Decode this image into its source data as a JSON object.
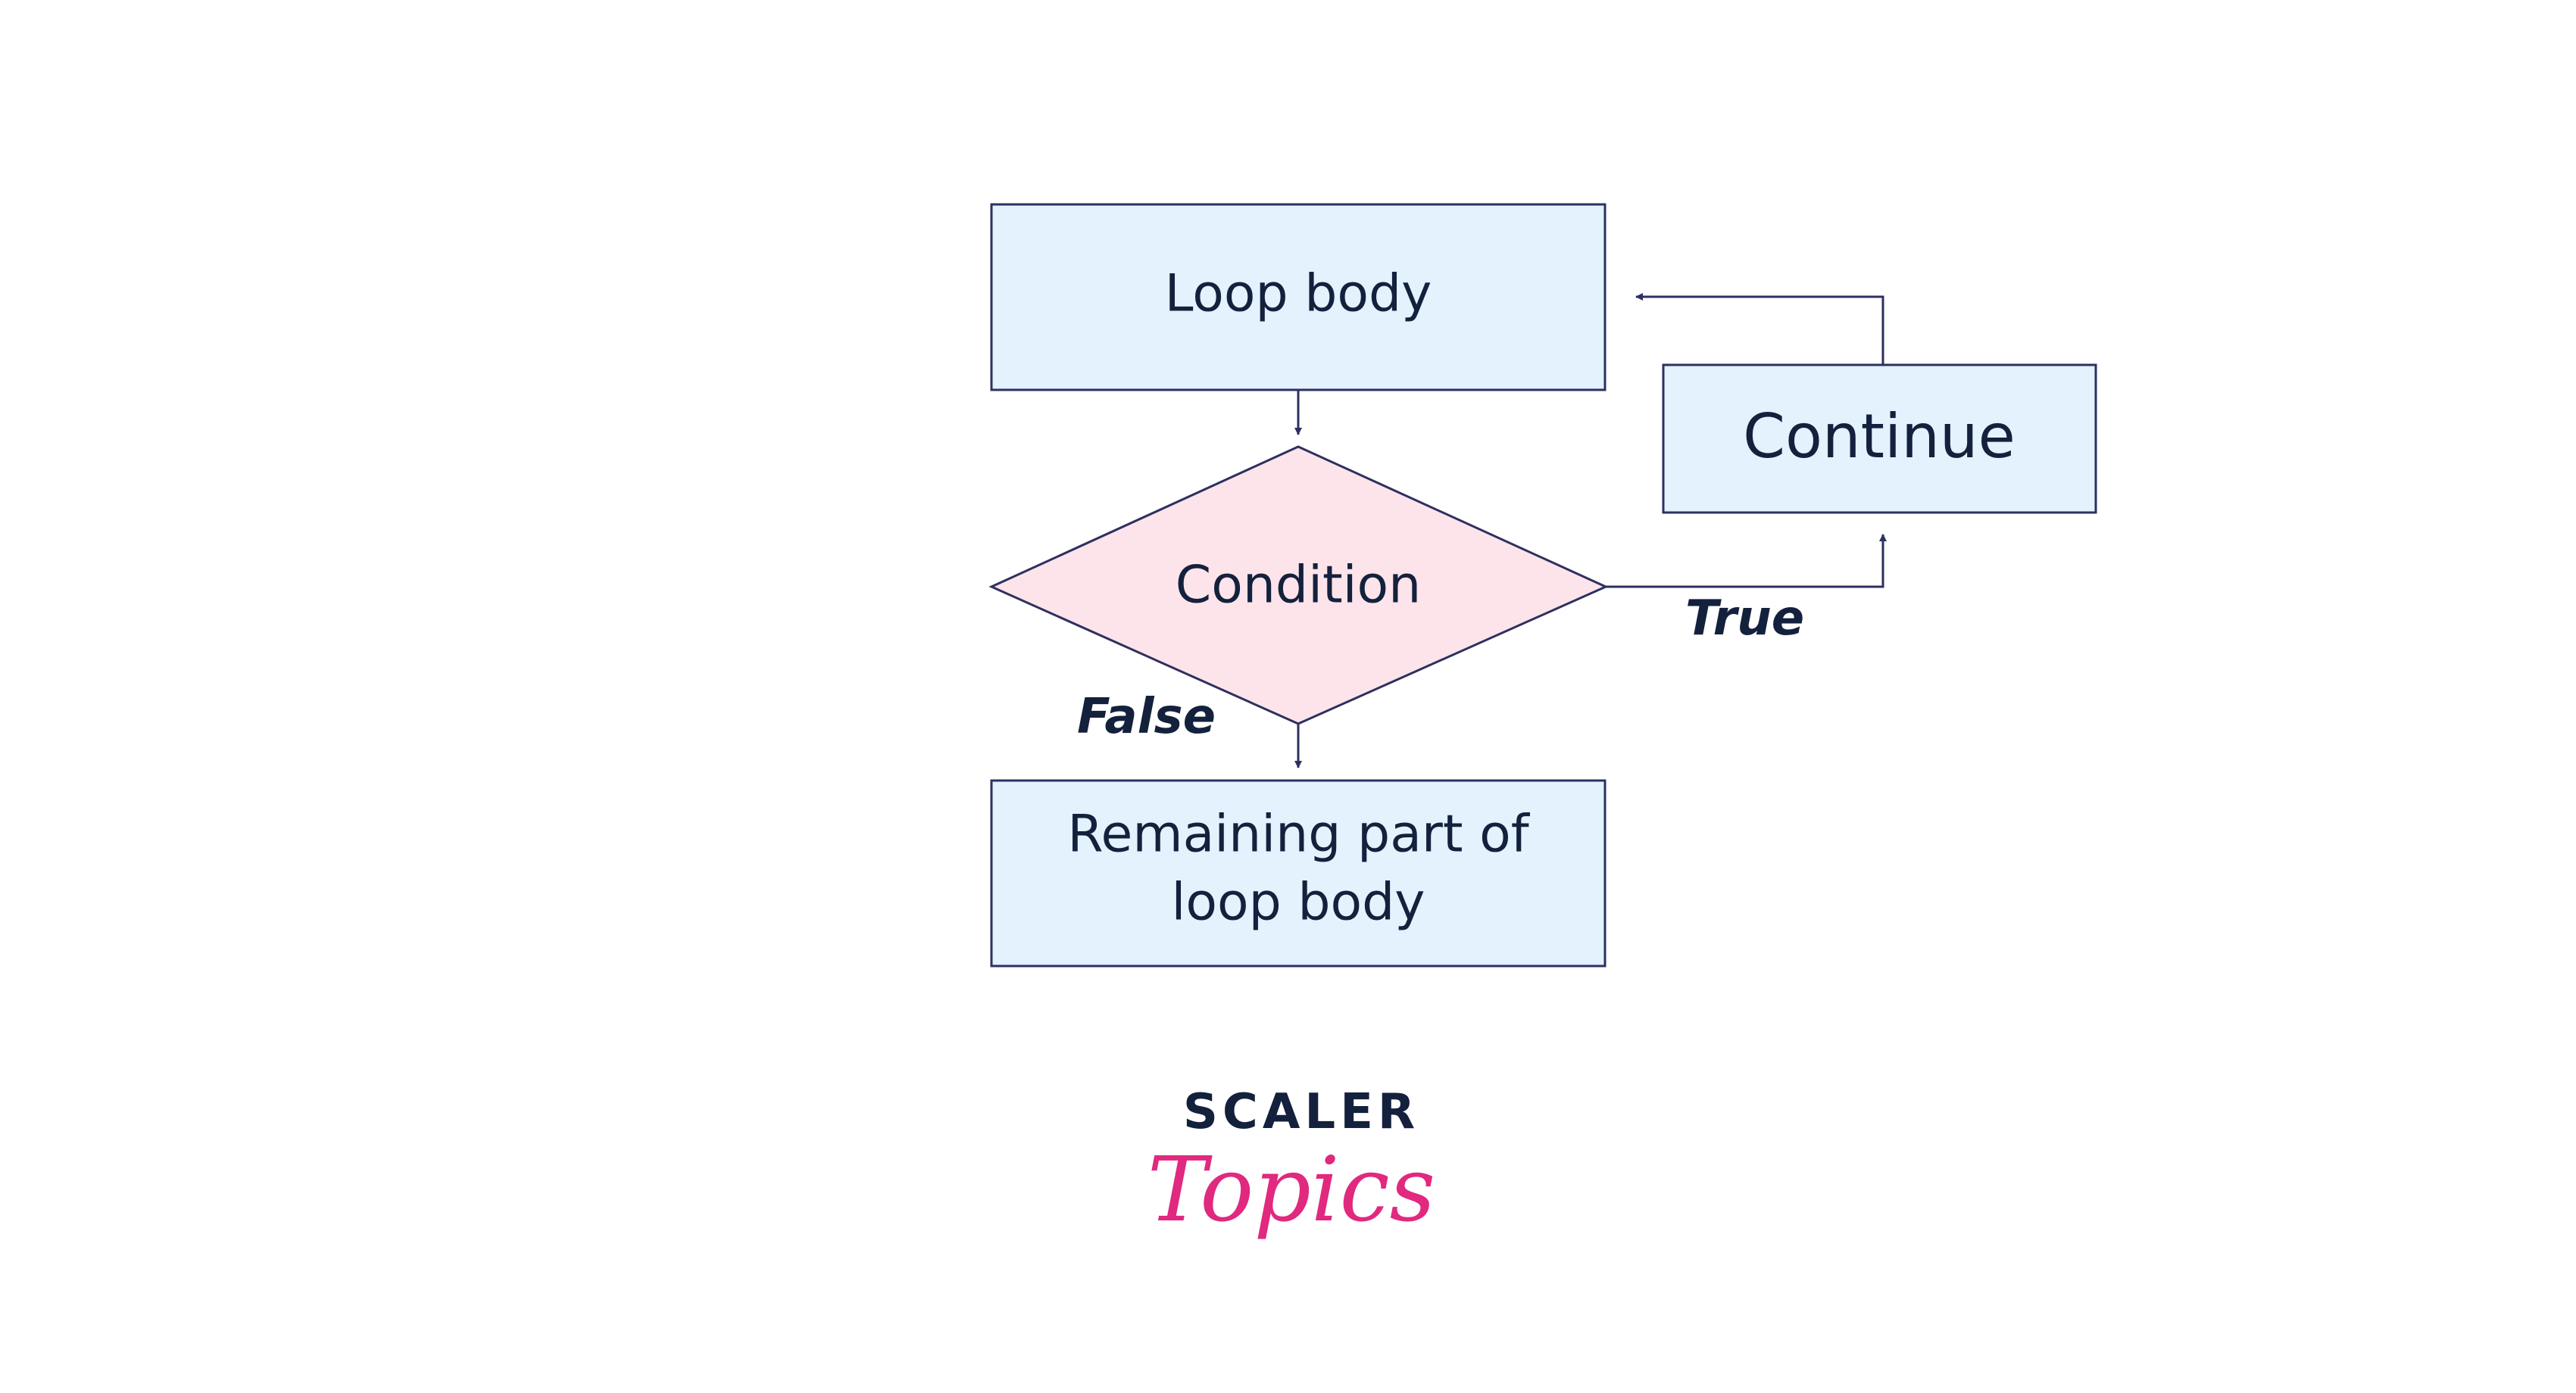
{
  "nodes": {
    "loop_body": "Loop body",
    "condition": "Condition",
    "continue": "Continue",
    "remaining": [
      "Remaining part of",
      "loop body"
    ]
  },
  "edges": {
    "true_label": "True",
    "false_label": "False"
  },
  "logo": {
    "line1": "SCALER",
    "line2": "Topics"
  },
  "colors": {
    "box_fill": "#e3f2fd",
    "diamond_fill": "#fde4ea",
    "stroke": "#2d3060",
    "text": "#14213d",
    "logo_accent": "#e0297f"
  }
}
